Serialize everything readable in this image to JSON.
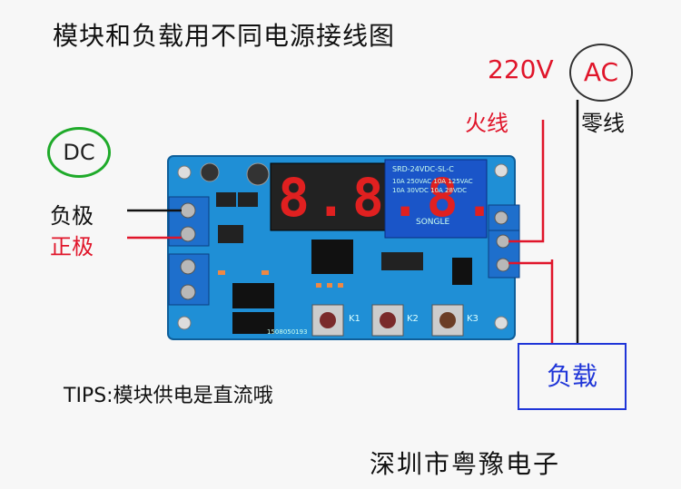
{
  "title": "模块和负载用不同电源接线图",
  "dc_label": "DC",
  "negative_label": "负极",
  "positive_label": "正极",
  "voltage_label": "220V",
  "ac_label": "AC",
  "live_wire_label": "火线",
  "neutral_wire_label": "零线",
  "load_label": "负载",
  "tips": "TIPS:模块供电是直流哦",
  "company": "深圳市粤豫电子",
  "board": {
    "display": "8.8.8.",
    "buttons": [
      "K1",
      "K2",
      "K3"
    ],
    "serial": "1508050193",
    "relay": {
      "brand": "SONGLE",
      "model": "SRD-24VDC-SL-C",
      "rating_lines": [
        "10A 250VAC 10A 125VAC",
        "10A 30VDC 10A 28VDC"
      ]
    }
  },
  "colors": {
    "pcb": "#1f8fd6",
    "wire_red": "#e0152a",
    "wire_black": "#111111",
    "load_border": "#1f35d8",
    "dc_circle": "#1faa2a"
  }
}
